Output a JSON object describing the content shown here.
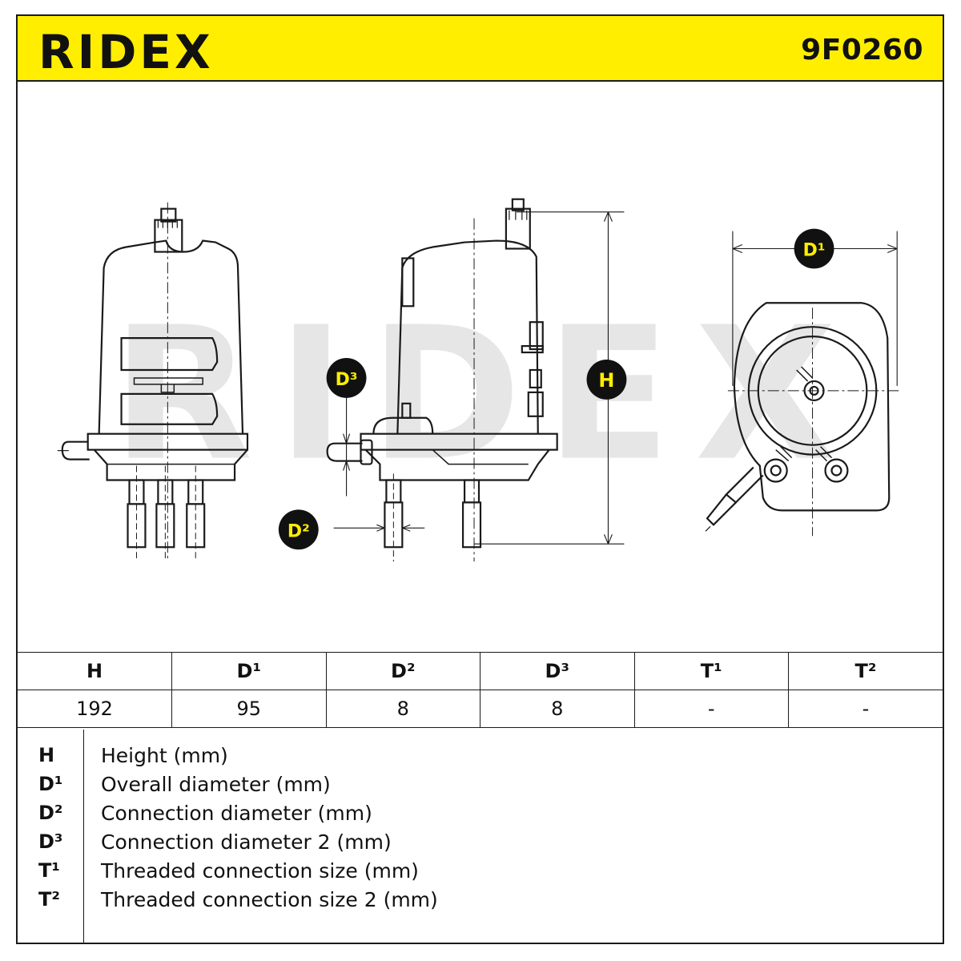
{
  "brand": "RIDEX",
  "part_number": "9F0260",
  "watermark": "RIDEX",
  "diagram_labels": {
    "H": "H",
    "D1": "D¹",
    "D2": "D²",
    "D3": "D³"
  },
  "spec_table": {
    "headers": [
      "H",
      "D¹",
      "D²",
      "D³",
      "T¹",
      "T²"
    ],
    "values": [
      "192",
      "95",
      "8",
      "8",
      "-",
      "-"
    ]
  },
  "legend": [
    {
      "symbol": "H",
      "description": "Height (mm)"
    },
    {
      "symbol": "D¹",
      "description": "Overall diameter (mm)"
    },
    {
      "symbol": "D²",
      "description": "Connection diameter (mm)"
    },
    {
      "symbol": "D³",
      "description": "Connection diameter 2 (mm)"
    },
    {
      "symbol": "T¹",
      "description": "Threaded connection size (mm)"
    },
    {
      "symbol": "T²",
      "description": "Threaded connection size 2 (mm)"
    }
  ],
  "colors": {
    "header_bg": "#ffee00",
    "line": "#1a1a1a",
    "watermark": "#e6e6e6",
    "badge_bg": "#111111",
    "badge_text": "#ffee00"
  }
}
